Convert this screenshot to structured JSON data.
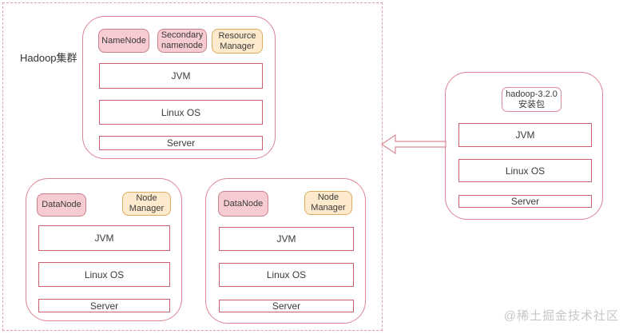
{
  "cluster": {
    "label": "Hadoop集群"
  },
  "nodes": {
    "master": {
      "badges": [
        {
          "label": "NameNode",
          "type": "pink"
        },
        {
          "label": "Secondary\nnamenode",
          "type": "pink"
        },
        {
          "label": "Resource\nManager",
          "type": "orange"
        }
      ],
      "layers": [
        "JVM",
        "Linux OS",
        "Server"
      ]
    },
    "worker1": {
      "badges": [
        {
          "label": "DataNode",
          "type": "pink"
        },
        {
          "label": "Node\nManager",
          "type": "orange"
        }
      ],
      "layers": [
        "JVM",
        "Linux OS",
        "Server"
      ]
    },
    "worker2": {
      "badges": [
        {
          "label": "DataNode",
          "type": "pink"
        },
        {
          "label": "Node\nManager",
          "type": "orange"
        }
      ],
      "layers": [
        "JVM",
        "Linux OS",
        "Server"
      ]
    },
    "installer": {
      "badge": "hadoop-3.2.0\n安装包",
      "layers": [
        "JVM",
        "Linux OS",
        "Server"
      ]
    }
  },
  "arrow": {
    "direction": "left",
    "meaning": "install package deployed into cluster"
  },
  "watermark": "@稀土掘金技术社区",
  "colors": {
    "node_border": "#dd8493",
    "layer_border": "#c75d6f",
    "dashed_border": "#e39cab",
    "badge_pink_bg": "#f6cbd1",
    "badge_pink_border": "#c9808d",
    "badge_orange_bg": "#fdeacc",
    "badge_orange_border": "#ddab60",
    "arrow_stroke": "#d98a95",
    "text": "#3c3c3c",
    "watermark": "#c6c6c6"
  }
}
